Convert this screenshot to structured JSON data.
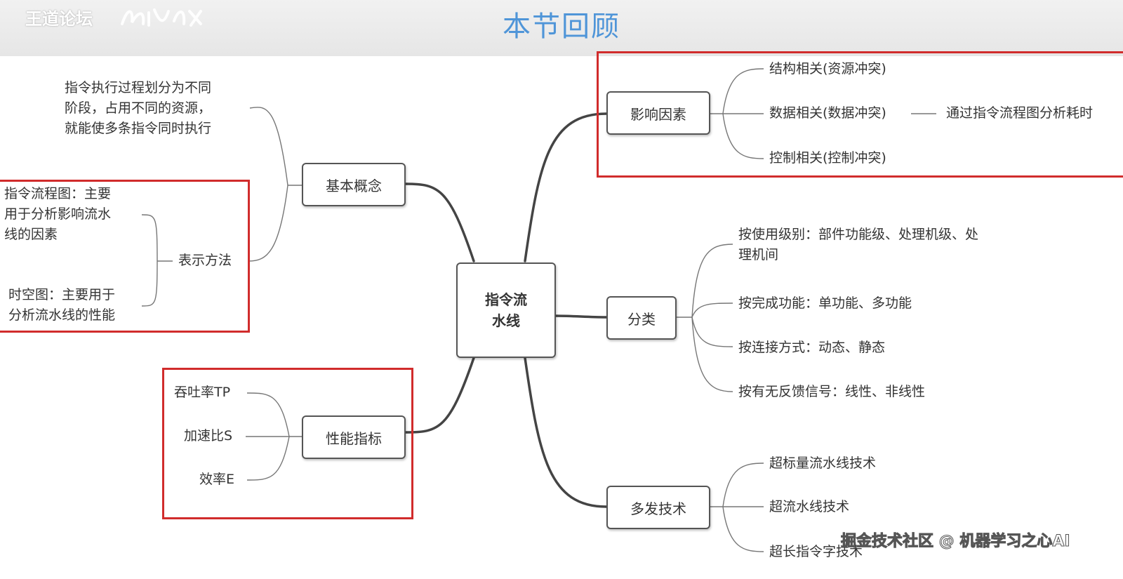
{
  "header": {
    "title": "本节回顾",
    "logo_text": "王道论坛"
  },
  "mindmap": {
    "center": "指令流水线",
    "branches": {
      "basic": {
        "label": "基本概念",
        "definition": "指令执行过程划分为不同\n阶段，占用不同的资源，\n就能使多条指令同时执行",
        "representation": {
          "label": "表示方法",
          "flow_chart": "指令流程图：主要\n用于分析影响流水\n线的因素",
          "space_time": "时空图：主要用于\n分析流水线的性能"
        }
      },
      "performance": {
        "label": "性能指标",
        "items": [
          "吞吐率TP",
          "加速比S",
          "效率E"
        ]
      },
      "factors": {
        "label": "影响因素",
        "items": [
          "结构相关(资源冲突)",
          "数据相关(数据冲突)",
          "控制相关(控制冲突)"
        ],
        "data_note": "通过指令流程图分析耗时"
      },
      "classification": {
        "label": "分类",
        "items": [
          "按使用级别：部件功能级、处理机级、处\n理机间",
          "按完成功能：单功能、多功能",
          "按连接方式：动态、静态",
          "按有无反馈信号：线性、非线性"
        ]
      },
      "multi_issue": {
        "label": "多发技术",
        "items": [
          "超标量流水线技术",
          "超流水线技术",
          "超长指令字技术"
        ]
      }
    }
  },
  "footer": {
    "watermark": "掘金技术社区 @ 机器学习之心AI"
  },
  "colors": {
    "title": "#4f95d8",
    "highlight": "#d12c2c",
    "node_border": "#555555",
    "connector": "#444444"
  }
}
